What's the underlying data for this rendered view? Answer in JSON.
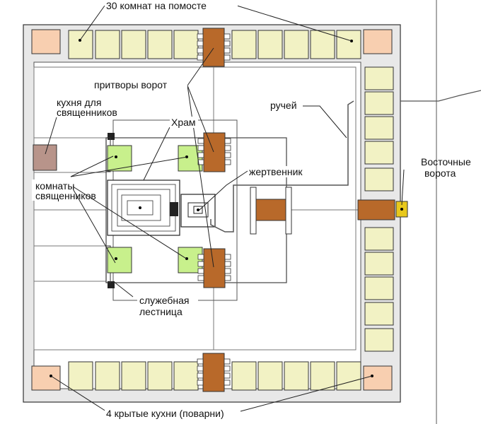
{
  "labels": {
    "rooms_30": "30 комнат на помосте",
    "gate_porches": "притворы ворот",
    "priests_kitchen_1": "кухня для",
    "priests_kitchen_2": "священников",
    "stream": "ручей",
    "temple": "Храм",
    "east_gate_1": "Восточные",
    "east_gate_2": "ворота",
    "altar": "жертвенник",
    "priest_rooms_1": "комнаты",
    "priest_rooms_2": "священников",
    "service_stair_1": "служебная",
    "service_stair_2": "лестница",
    "kitchens_4": "4 крытые кухни (поварни)"
  },
  "colors": {
    "room_cream": "#f2f2c4",
    "gate_brown": "#b8692a",
    "priest_room_green": "#c8f08c",
    "corner_kitchen": "#f8cfb0",
    "priests_kitchen": "#b8948a",
    "east_gate_marker": "#e8c81c",
    "wall_gray": "#e8e8e8",
    "line": "#333333"
  }
}
